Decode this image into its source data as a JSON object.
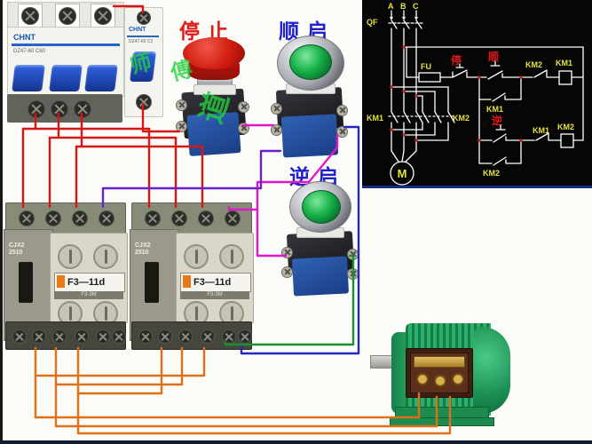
{
  "photo": {
    "stop_label": "停止",
    "forward_label": "顺启",
    "reverse_label": "逆启",
    "breaker3": {
      "brand": "CHNT",
      "model": "DZ47-60",
      "rating": "C60"
    },
    "breaker1": {
      "brand": "CHNT",
      "model": "DZ47-60",
      "rating": "C2"
    },
    "contactor": {
      "series": "CJX2",
      "size": "2510",
      "aux": "F3—11d",
      "aux_strip": "F3-3M"
    },
    "motor_label": "",
    "watermark": {
      "w1": "师",
      "w2": "傅",
      "w3": "道"
    }
  },
  "schematic": {
    "phase_a": "A",
    "phase_b": "B",
    "phase_c": "C",
    "qf": "QF",
    "fu": "FU",
    "stop": "停",
    "forward": "顺",
    "reverse": "逆",
    "km1_main": "KM1",
    "km2_main": "KM2",
    "km1_seal": "KM1",
    "km2_seal": "KM2",
    "km2_interlock": "KM2",
    "km1_interlock": "KM1",
    "km1_coil": "KM1",
    "km2_coil": "KM2",
    "motor": "M"
  },
  "colors": {
    "wire_red": "#d81616",
    "wire_magenta": "#e018c8",
    "wire_purple": "#6a22c8",
    "wire_blue": "#2428c0",
    "wire_green": "#1a9030",
    "wire_orange": "#e07018",
    "schematic_line": "#ffffff",
    "schematic_label": "#e6e23c",
    "schematic_red_label": "#e01818",
    "stop_label_color": "#e01818",
    "start_label_color": "#2020cc",
    "watermark_green": "#25cf3e"
  }
}
